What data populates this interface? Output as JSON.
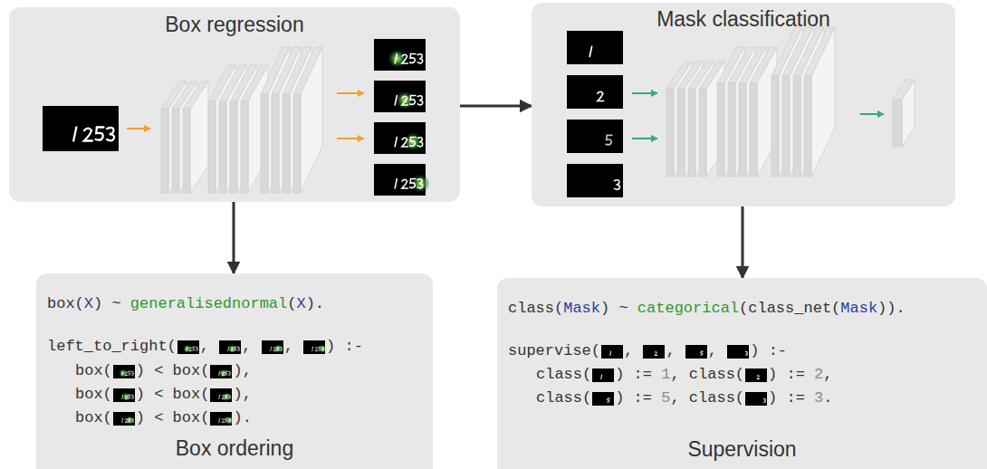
{
  "diagram": {
    "nodes": [
      {
        "text": [
          "Box regression"
        ]
      },
      {
        "text": [
          "Mask classification"
        ]
      },
      {
        "text": [
          "box(",
          "X",
          ") ~ ",
          "generalisednormal",
          "(",
          "X",
          ").",
          "left_to_right(",
          ", ",
          ", ",
          ", ",
          ") :-",
          "box(",
          ") < box(",
          "),",
          "box(",
          ") < box(",
          "),",
          "box(",
          ") < box(",
          ").",
          "Box ordering"
        ]
      },
      {
        "text": [
          "class(",
          "Mask",
          ") ~ ",
          "categorical",
          "(class_net(",
          "Mask",
          ")).",
          "supervise(",
          ", ",
          ", ",
          ", ",
          ") :-",
          "class(",
          ") := ",
          "1",
          ", class(",
          ") := ",
          "2",
          ",",
          "class(",
          ") := ",
          "5",
          ", class(",
          ") := ",
          "3",
          ".",
          "Supervision"
        ]
      }
    ],
    "edges": [
      {
        "from": 0,
        "to": 1,
        "arrow": "to"
      },
      {
        "from": 0,
        "to": 2,
        "arrow": "to"
      },
      {
        "from": 1,
        "to": 3,
        "arrow": "to"
      }
    ]
  }
}
